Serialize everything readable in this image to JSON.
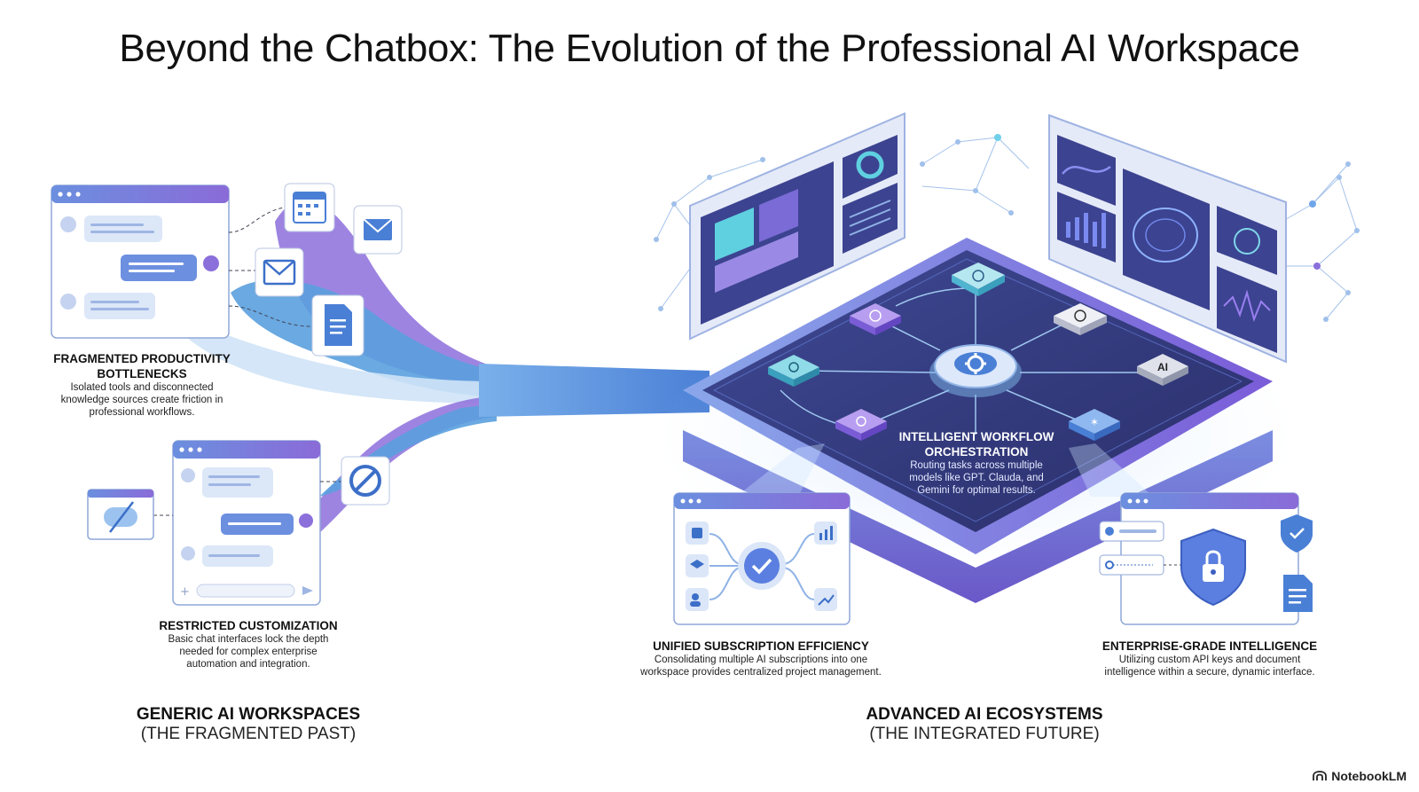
{
  "title": "Beyond the Chatbox: The Evolution of the Professional AI Workspace",
  "left": {
    "heading": "GENERIC AI WORKSPACES",
    "subheading": "(THE FRAGMENTED PAST)",
    "fragmented": {
      "title_line1": "FRAGMENTED PRODUCTIVITY",
      "title_line2": "BOTTLENECKS",
      "desc_line1": "Isolated tools and disconnected",
      "desc_line2": "knowledge sources create friction in",
      "desc_line3": "professional workflows."
    },
    "restricted": {
      "title": "RESTRICTED CUSTOMIZATION",
      "desc_line1": "Basic chat interfaces lock the depth",
      "desc_line2": "needed for complex enterprise",
      "desc_line3": "automation and integration."
    }
  },
  "right": {
    "heading": "ADVANCED AI ECOSYSTEMS",
    "subheading": "(THE INTEGRATED FUTURE)",
    "orchestration": {
      "title_line1": "INTELLIGENT WORKFLOW",
      "title_line2": "ORCHESTRATION",
      "desc_line1": "Routing tasks across multiple",
      "desc_line2": "models like GPT. Clauda, and",
      "desc_line3": "Gemini for optimal results.",
      "node_label": "AI"
    },
    "unified": {
      "title": "UNIFIED SUBSCRIPTION EFFICIENCY",
      "desc_line1": "Consolidating multiple AI subscriptions into one",
      "desc_line2": "workspace provides centralized project management."
    },
    "enterprise": {
      "title": "ENTERPRISE-GRADE INTELLIGENCE",
      "desc_line1": "Utilizing custom API keys and document",
      "desc_line2": "intelligence within a secure, dynamic interface."
    }
  },
  "brand": "NotebookLM",
  "colors": {
    "purple": "#7c5cd6",
    "blue": "#4a8fd9",
    "teal": "#4fc6d8",
    "navy": "#2c2f6e"
  }
}
